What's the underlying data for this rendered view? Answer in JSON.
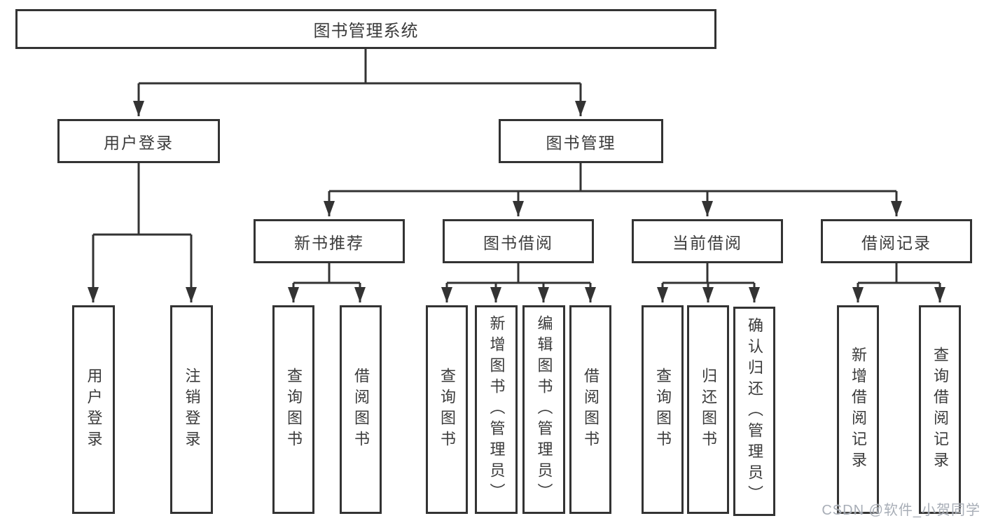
{
  "diagram": {
    "root": "图书管理系统",
    "level2": {
      "user_login": "用户登录",
      "book_mgmt": "图书管理"
    },
    "level3": {
      "new_book": "新书推荐",
      "book_borrow": "图书借阅",
      "current_borrow": "当前借阅",
      "borrow_records": "借阅记录"
    },
    "leaves": {
      "user_login_leaf": "用户登录",
      "logout": "注销登录",
      "nb_query": "查询图书",
      "nb_borrow": "借阅图书",
      "bb_query": "查询图书",
      "bb_add": "新增图书（管理员）",
      "bb_edit": "编辑图书（管理员）",
      "bb_borrow": "借阅图书",
      "cb_query": "查询图书",
      "cb_return": "归还图书",
      "cb_confirm": "确认归还（管理员）",
      "br_add": "新增借阅记录",
      "br_query": "查询借阅记录"
    }
  },
  "watermark": "CSDN @软件_小贺同学",
  "colors": {
    "line": "#333333",
    "box_border": "#333333",
    "text": "#3b3b3b",
    "watermark": "#9ea5af",
    "background": "#ffffff"
  }
}
